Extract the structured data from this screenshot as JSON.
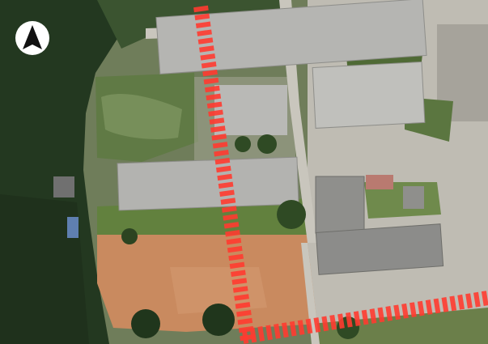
{
  "map": {
    "type": "aerial-photo",
    "north_arrow": {
      "icon": "north-arrow-icon",
      "direction": "north",
      "color": "#ffffff",
      "fill": "#111111"
    },
    "route_overlay": {
      "style": "dashed-band",
      "color": "#ff3b30"
    },
    "features": {
      "buildings": [
        "north-wing-building",
        "east-building",
        "central-building",
        "south-east-building",
        "small-east-building",
        "west-house"
      ],
      "areas": [
        "bare-soil-field",
        "parking-lot-east",
        "parking-lot-south",
        "forest-west",
        "garden-courtyard"
      ]
    },
    "colors": {
      "forest": "#243820",
      "grass": "#5f7a43",
      "soil": "#c98a5f",
      "roof": "#b9b9b6",
      "road": "#bdbab2",
      "overlay": "#ff3b30"
    }
  }
}
